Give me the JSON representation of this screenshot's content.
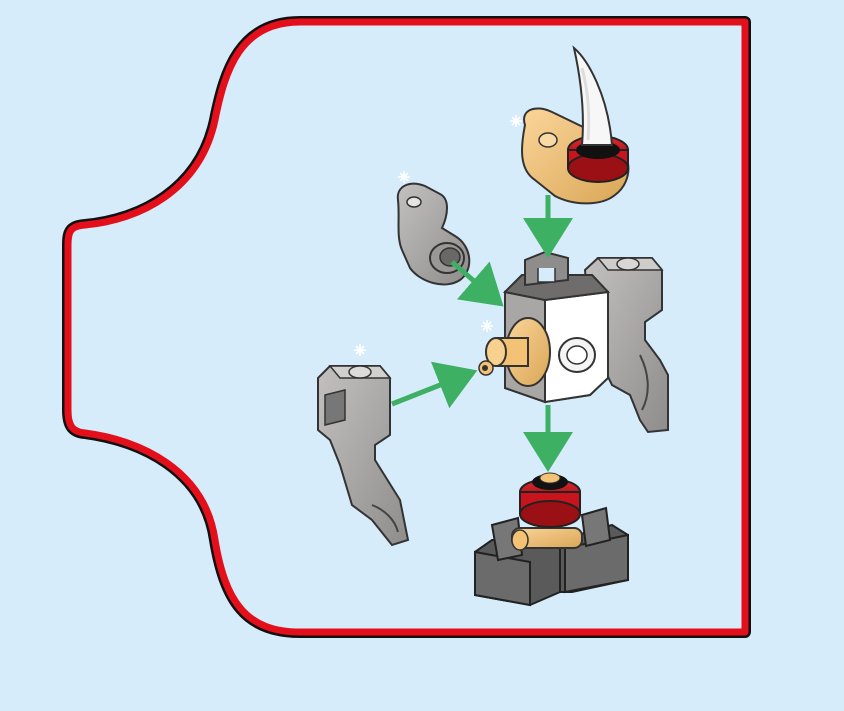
{
  "step": {
    "description_visible_text": "",
    "colors": {
      "background": "#d6ecfb",
      "callout_fill": "#d6ecfb",
      "callout_border": "#e3101c",
      "callout_border_outline": "#111111",
      "arrow": "#3db064",
      "brick_gray": "#a8a6a3",
      "brick_dark_gray": "#646464",
      "brick_tan": "#f3c275",
      "brick_red": "#c8151d",
      "brick_white": "#ffffff",
      "horn_white": "#f7f7f7"
    },
    "parts": [
      {
        "name": "horn-on-round-plate",
        "icon": "tan-plate-with-horn-icon"
      },
      {
        "name": "gray-clip-bracket",
        "icon": "gray-bracket-icon"
      },
      {
        "name": "white-brick-with-studs",
        "icon": "white-brick-icon"
      },
      {
        "name": "tan-round-hub",
        "icon": "tan-hub-icon"
      },
      {
        "name": "gray-arm-left",
        "icon": "gray-arm-icon"
      },
      {
        "name": "gray-arm-right",
        "icon": "gray-arm-icon"
      },
      {
        "name": "base-with-red-round-and-clips",
        "icon": "base-assembly-icon"
      }
    ],
    "arrows": [
      {
        "name": "arrow-down-top"
      },
      {
        "name": "arrow-from-bracket"
      },
      {
        "name": "arrow-from-left-arm"
      },
      {
        "name": "arrow-down-bottom"
      }
    ]
  }
}
